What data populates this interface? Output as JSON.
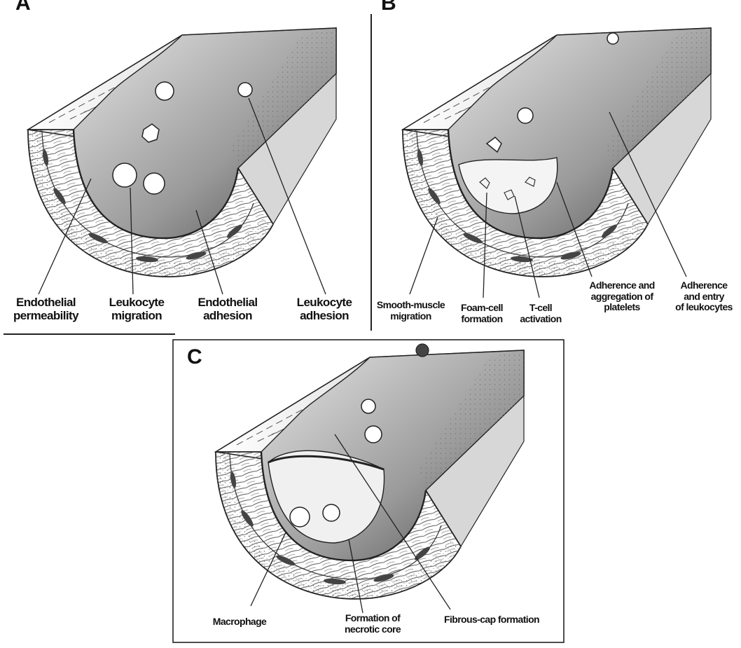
{
  "panels": {
    "a": {
      "letter": "A",
      "labels": [
        "Endothelial\npermeability",
        "Leukocyte\nmigration",
        "Endothelial\nadhesion",
        "Leukocyte\nadhesion"
      ]
    },
    "b": {
      "letter": "B",
      "labels": [
        "Smooth-muscle\nmigration",
        "Foam-cell\nformation",
        "T-cell\nactivation",
        "Adherence and\naggregation of\nplatelets",
        "Adherence\nand entry\nof leukocytes"
      ]
    },
    "c": {
      "letter": "C",
      "labels": [
        "Macrophage",
        "Formation of\nnecrotic core",
        "Fibrous-cap formation"
      ]
    }
  }
}
